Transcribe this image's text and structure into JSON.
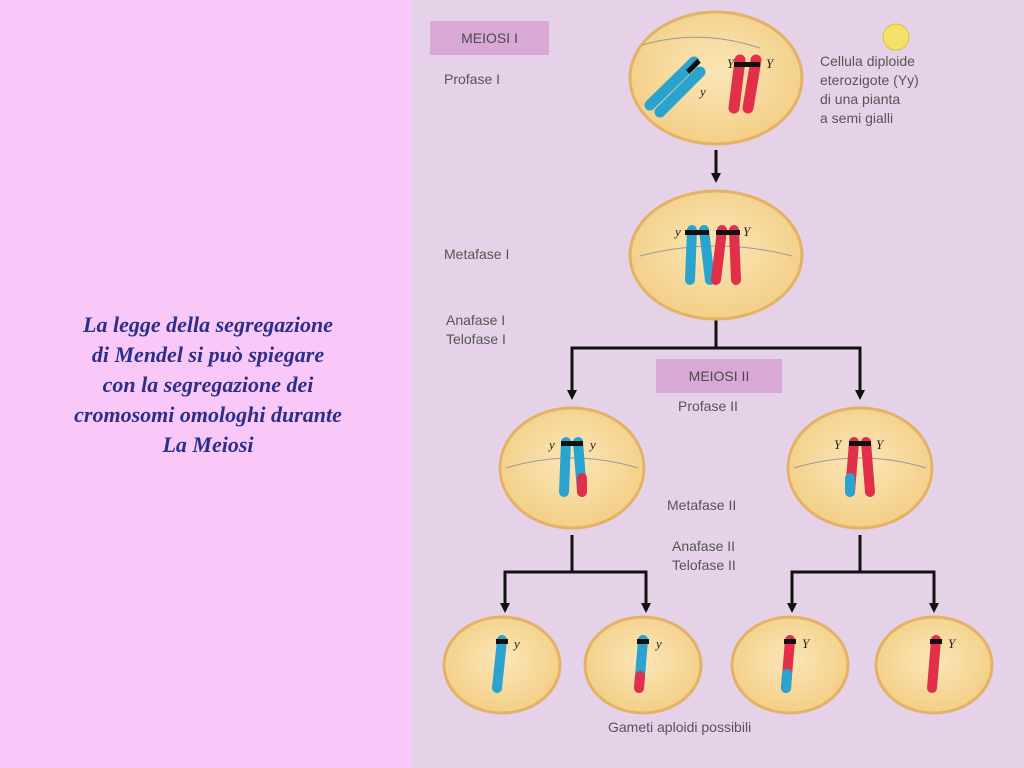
{
  "slide": {
    "caption_lines": [
      "La legge della segregazione",
      "di Mendel si può spiegare",
      "con la segregazione dei",
      "cromosomi omologhi durante",
      "La Meiosi"
    ]
  },
  "diagram": {
    "meiosi1_title": "MEIOSI I",
    "meiosi2_title": "MEIOSI II",
    "stages": {
      "profase1": "Profase I",
      "metafase1": "Metafase I",
      "anafase1": "Anafase I",
      "telofase1": "Telofase I",
      "profase2": "Profase II",
      "metafase2": "Metafase II",
      "anafase2": "Anafase II",
      "telofase2": "Telofase II"
    },
    "cell_note_lines": [
      "Cellula diploide",
      "eterozigote (Yy)",
      "di una pianta",
      "a semi gialli"
    ],
    "gametes_label": "Gameti aploidi possibili",
    "allele_recessive": "y",
    "allele_dominant": "Y",
    "colors": {
      "background": "#f9c8f9",
      "panel": "#e6d2e8",
      "cell_fill": "#f8dca0",
      "cell_stroke": "#e3b267",
      "chromosome_blue": "#2aa3cf",
      "chromosome_red": "#e2304a",
      "title_box": "#d9a8d6",
      "caption_text": "#2b2f8a"
    }
  }
}
